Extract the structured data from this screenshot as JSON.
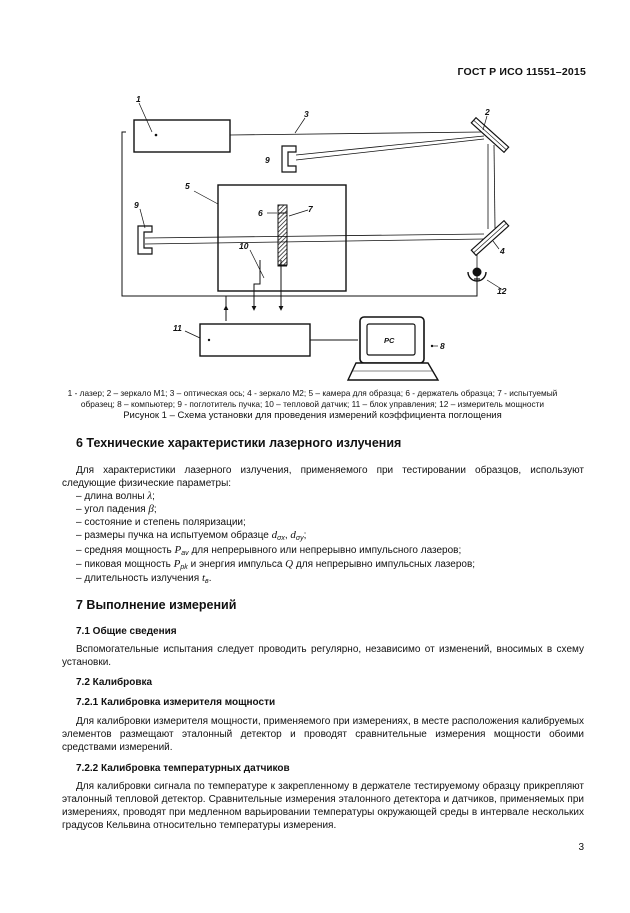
{
  "header": {
    "standard": "ГОСТ Р ИСО 11551–2015"
  },
  "figure": {
    "labels": {
      "l1": "1",
      "l2": "2",
      "l3": "3",
      "l4": "4",
      "l5": "5",
      "l6": "6",
      "l7": "7",
      "l9a": "9",
      "l9b": "9",
      "l10": "10",
      "l11": "11",
      "l12": "12",
      "l8": "8",
      "pc": "PC"
    },
    "legend_lines": [
      "1 - лазер; 2 – зеркало М1; 3 – оптическая ось; 4 - зеркало М2; 5 – камера для образца; 6 - держатель образца; 7 - испытуемый",
      "образец; 8 – компьютер; 9 - поглотитель пучка; 10 – тепловой датчик; 11 – блок управления; 12 – измеритель мощности"
    ],
    "title": "Рисунок 1 – Схема установки для проведения измерений коэффициента поглощения"
  },
  "section6": {
    "heading": "6 Технические характеристики лазерного излучения",
    "intro": "Для характеристики лазерного излучения, применяемого при тестировании образцов, используют следующие физические параметры:",
    "items": {
      "i1": {
        "text": "– длина волны ",
        "sym": "λ",
        "tail": ";"
      },
      "i2": {
        "text": "– угол падения ",
        "sym": "β",
        "tail": ";"
      },
      "i3": {
        "text": "– состояние и степень поляризации;"
      },
      "i4": {
        "text": "– размеры пучка на испытуемом образце ",
        "s1": "d",
        "s1sub": "σx",
        "sep": ", ",
        "s2": "d",
        "s2sub": "σy",
        "tail": ";"
      },
      "i5": {
        "text": "– средняя мощность ",
        "s": "P",
        "ssub": "av",
        "tail": " для непрерывного или непрерывно импульсного лазеров;"
      },
      "i6": {
        "text": "– пиковая мощность ",
        "s": "P",
        "ssub": "pk",
        "mid": " и энергия импульса ",
        "q": "Q",
        "tail": " для непрерывно импульсных лазеров;"
      },
      "i7": {
        "text": "– длительность излучения ",
        "s": "t",
        "ssub": "в",
        "tail": "."
      }
    }
  },
  "section7": {
    "heading": "7 Выполнение измерений",
    "s71": {
      "heading": "7.1 Общие сведения",
      "body": "Вспомогательные испытания следует проводить регулярно, независимо от изменений, вносимых в схему установки."
    },
    "s72": {
      "heading": "7.2 Калибровка"
    },
    "s721": {
      "heading": "7.2.1 Калибровка измерителя мощности",
      "body": "Для калибровки измерителя мощности, применяемого при измерениях, в месте расположения калибруемых элементов размещают эталонный детектор и проводят сравнительные измерения мощности обоими средствами измерений."
    },
    "s722": {
      "heading": "7.2.2 Калибровка температурных датчиков",
      "body": "Для калибровки сигнала по температуре к закрепленному в держателе тестируемому образцу прикрепляют эталонный тепловой детектор. Сравнительные измерения эталонного детектора и датчиков, применяемых при измерениях, проводят при медленном варьировании температуры окружающей среды в интервале нескольких градусов Кельвина относительно температуры измерения."
    }
  },
  "footer": {
    "page_number": "3"
  }
}
